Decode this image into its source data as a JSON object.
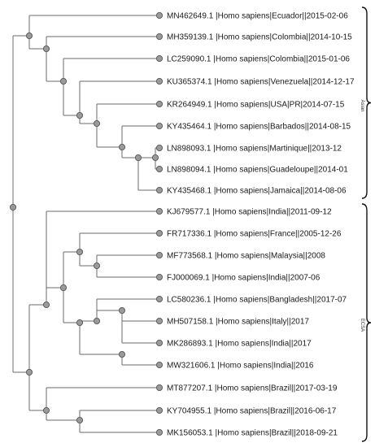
{
  "leaves": [
    {
      "id": "L0",
      "label": "MN462649.1 |Homo sapiens|Ecuador||2015-02-06"
    },
    {
      "id": "L1",
      "label": "MH359139.1 |Homo sapiens|Colombia||2014-10-15"
    },
    {
      "id": "L2",
      "label": "LC259090.1 |Homo sapiens|Colombia||2015-01-06"
    },
    {
      "id": "L3",
      "label": "KU365374.1 |Homo sapiens|Venezuela||2014-12-17"
    },
    {
      "id": "L4",
      "label": "KR264949.1 |Homo sapiens|USA|PR|2014-07-15"
    },
    {
      "id": "L5",
      "label": "KY435464.1 |Homo sapiens|Barbados||2014-08-15"
    },
    {
      "id": "L6",
      "label": "LN898093.1 |Homo sapiens|Martinique||2013-12"
    },
    {
      "id": "L7",
      "label": "LN898094.1 |Homo sapiens|Guadeloupe||2014-01"
    },
    {
      "id": "L8",
      "label": "KY435468.1 |Homo sapiens|Jamaica||2014-08-06"
    },
    {
      "id": "L9",
      "label": "KJ679577.1 |Homo sapiens|India||2011-09-12"
    },
    {
      "id": "L10",
      "label": "FR717336.1 |Homo sapiens|France||2005-12-26"
    },
    {
      "id": "L11",
      "label": "MF773568.1 |Homo sapiens|Malaysia||2008"
    },
    {
      "id": "L12",
      "label": "FJ000069.1 |Homo sapiens|India||2007-06"
    },
    {
      "id": "L13",
      "label": "LC580236.1 |Homo sapiens|Bangladesh||2017-07"
    },
    {
      "id": "L14",
      "label": "MH507158.1 |Homo sapiens|Italy||2017"
    },
    {
      "id": "L15",
      "label": "MK286893.1 |Homo sapiens|India||2017"
    },
    {
      "id": "L16",
      "label": "MW321606.1 |Homo sapiens|India||2016"
    },
    {
      "id": "L17",
      "label": "MT877207.1 |Homo sapiens|Brazil||2017-03-19"
    },
    {
      "id": "L18",
      "label": "KY704955.1 |Homo sapiens|Brazil||2016-06-17"
    },
    {
      "id": "L19",
      "label": "MK156053.1 |Homo sapiens|Brazil||2018-09-21"
    }
  ],
  "clades": [
    {
      "id": "asian",
      "label": "Asian"
    },
    {
      "id": "ecsa",
      "label": "ECSA"
    }
  ],
  "colors": {
    "edge": "#6b6b6b",
    "node_fill": "#9a9a9a",
    "node_stroke": "#4a4a4a",
    "brace": "#111111",
    "text": "#1a1a1a"
  }
}
